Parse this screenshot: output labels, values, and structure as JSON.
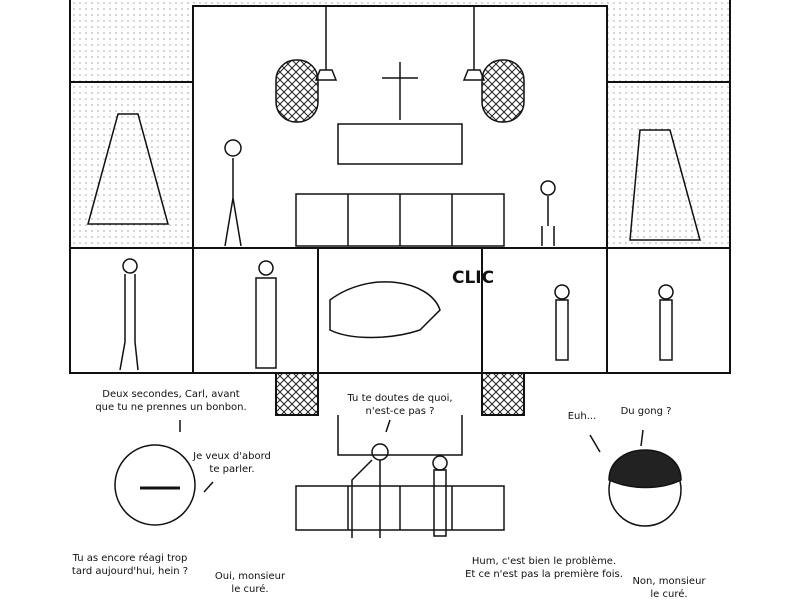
{
  "panels": {
    "sound_effect": "CLIC"
  },
  "balloons": [
    {
      "line1": "Deux secondes, Carl, avant",
      "line2": "que tu ne prennes un bonbon."
    },
    {
      "line1": "Je veux d'abord",
      "line2": "te parler."
    },
    {
      "line1": "Tu te doutes de quoi,",
      "line2": "n'est-ce pas ?"
    },
    {
      "line1": "Euh...",
      "line2": ""
    },
    {
      "line1": "Du gong ?",
      "line2": ""
    },
    {
      "line1": "Tu as encore réagi trop",
      "line2": "tard aujourd'hui, hein ?"
    },
    {
      "line1": "Oui, monsieur",
      "line2": "le curé."
    },
    {
      "line1": "Hum, c'est bien le problème.",
      "line2": "Et ce n'est pas la première fois."
    },
    {
      "line1": "Non, monsieur",
      "line2": "le curé."
    }
  ]
}
